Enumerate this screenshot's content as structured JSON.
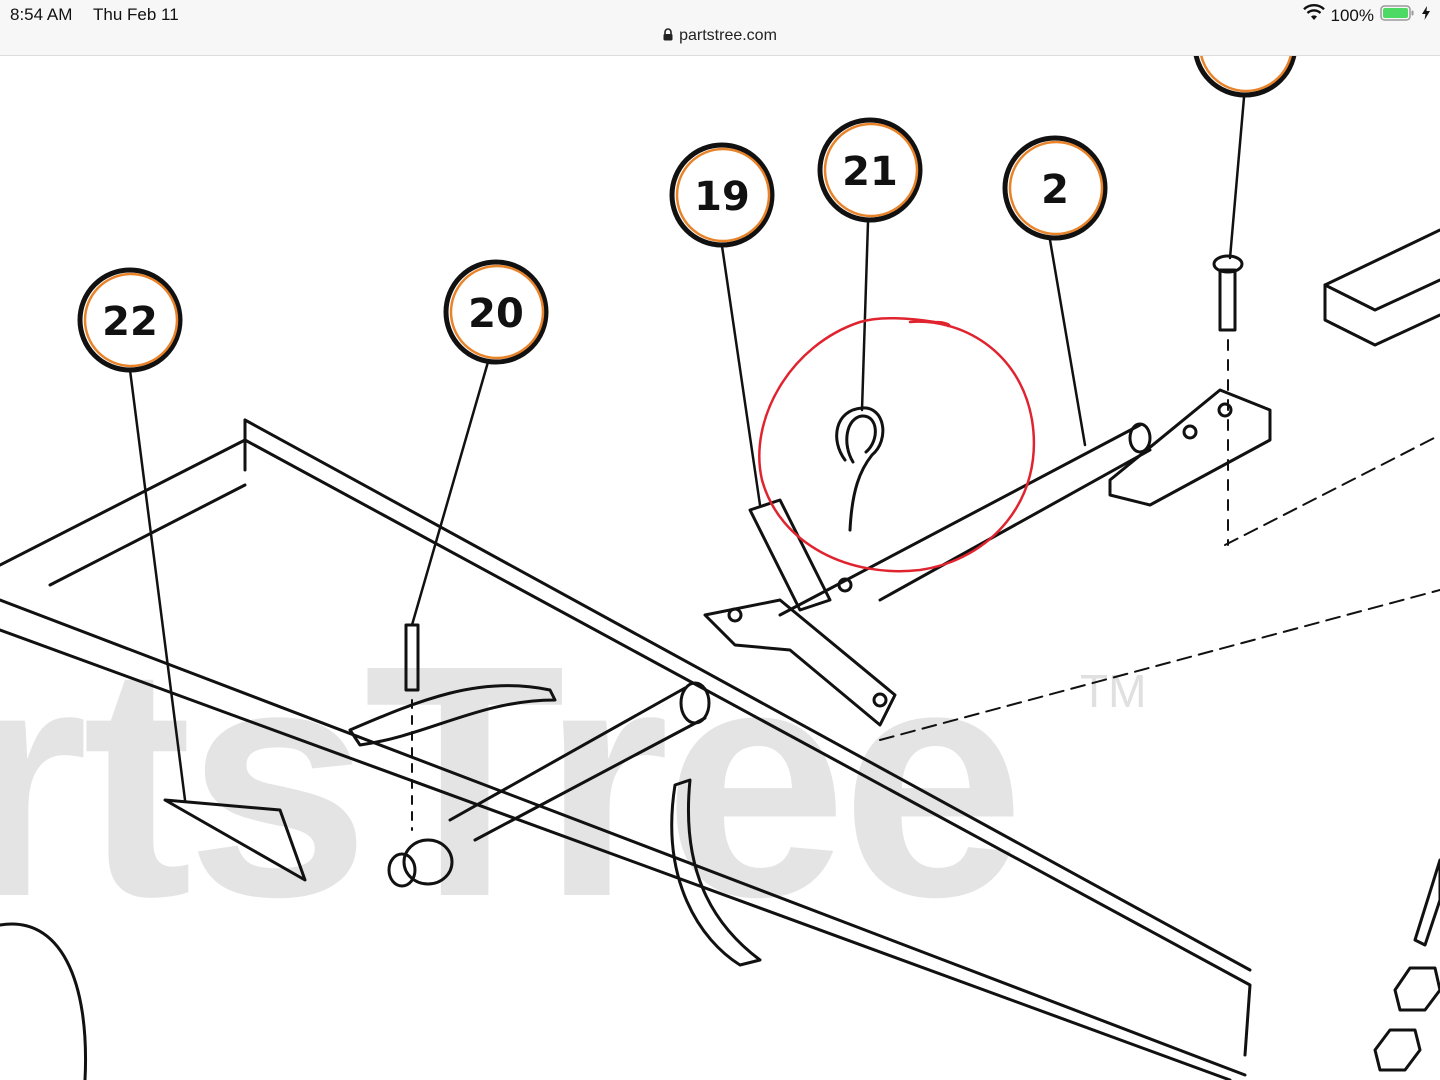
{
  "status_bar": {
    "time": "8:54 AM",
    "date": "Thu Feb 11",
    "battery_percent": "100%",
    "wifi_icon": "wifi-icon",
    "battery_icon": "battery-icon",
    "battery_level": 1.0
  },
  "browser": {
    "url": "partstree.com",
    "lock_icon": "lock-icon"
  },
  "diagram": {
    "watermark": "rtsTree",
    "trademark": "TM",
    "callouts": [
      {
        "id": "22",
        "label": "22"
      },
      {
        "id": "20",
        "label": "20"
      },
      {
        "id": "19",
        "label": "19"
      },
      {
        "id": "21",
        "label": "21"
      },
      {
        "id": "2",
        "label": "2"
      }
    ],
    "callout_ring_color": "#e8832a",
    "annotation_color": "#e0242f"
  }
}
